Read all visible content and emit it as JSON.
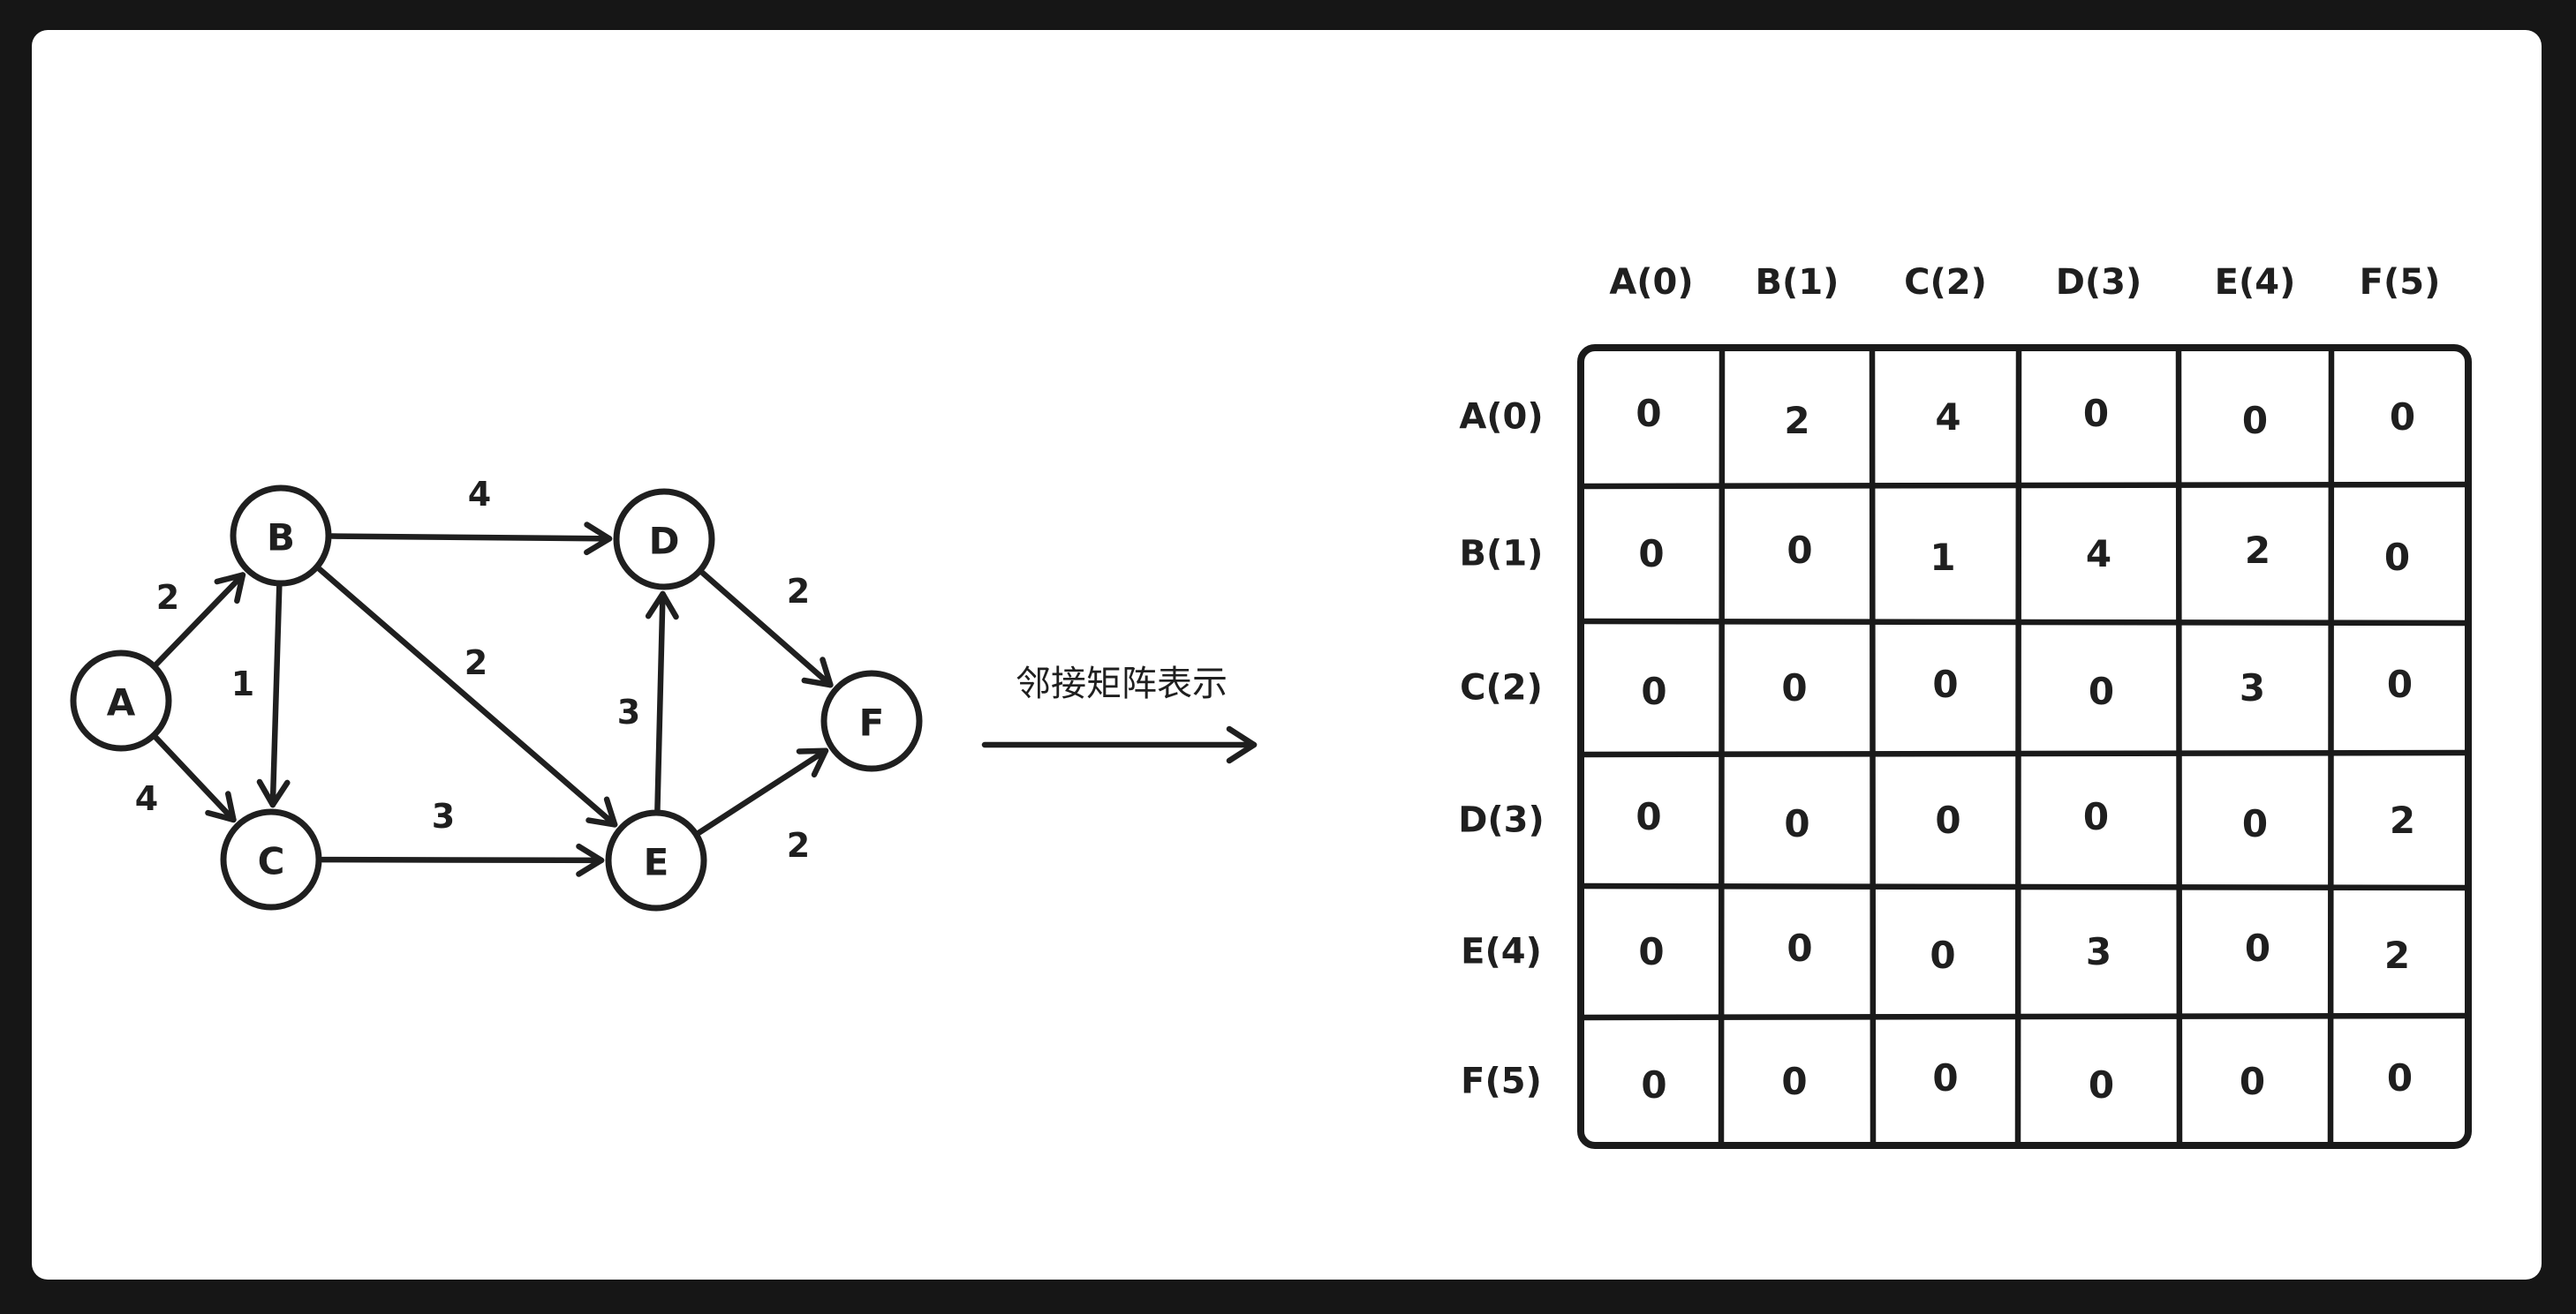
{
  "graph": {
    "nodes": [
      {
        "id": "A",
        "label": "A"
      },
      {
        "id": "B",
        "label": "B"
      },
      {
        "id": "C",
        "label": "C"
      },
      {
        "id": "D",
        "label": "D"
      },
      {
        "id": "E",
        "label": "E"
      },
      {
        "id": "F",
        "label": "F"
      }
    ],
    "edges": [
      {
        "from": "A",
        "to": "B",
        "weight": "2"
      },
      {
        "from": "A",
        "to": "C",
        "weight": "4"
      },
      {
        "from": "B",
        "to": "C",
        "weight": "1"
      },
      {
        "from": "B",
        "to": "D",
        "weight": "4"
      },
      {
        "from": "B",
        "to": "E",
        "weight": "2"
      },
      {
        "from": "C",
        "to": "E",
        "weight": "3"
      },
      {
        "from": "E",
        "to": "D",
        "weight": "3"
      },
      {
        "from": "D",
        "to": "F",
        "weight": "2"
      },
      {
        "from": "E",
        "to": "F",
        "weight": "2"
      }
    ]
  },
  "transform": {
    "label": "邻接矩阵表示"
  },
  "matrix": {
    "column_headers": [
      "A(0)",
      "B(1)",
      "C(2)",
      "D(3)",
      "E(4)",
      "F(5)"
    ],
    "row_headers": [
      "A(0)",
      "B(1)",
      "C(2)",
      "D(3)",
      "E(4)",
      "F(5)"
    ],
    "rows": [
      [
        "0",
        "2",
        "4",
        "0",
        "0",
        "0"
      ],
      [
        "0",
        "0",
        "1",
        "4",
        "2",
        "0"
      ],
      [
        "0",
        "0",
        "0",
        "0",
        "3",
        "0"
      ],
      [
        "0",
        "0",
        "0",
        "0",
        "0",
        "2"
      ],
      [
        "0",
        "0",
        "0",
        "3",
        "0",
        "2"
      ],
      [
        "0",
        "0",
        "0",
        "0",
        "0",
        "0"
      ]
    ]
  }
}
